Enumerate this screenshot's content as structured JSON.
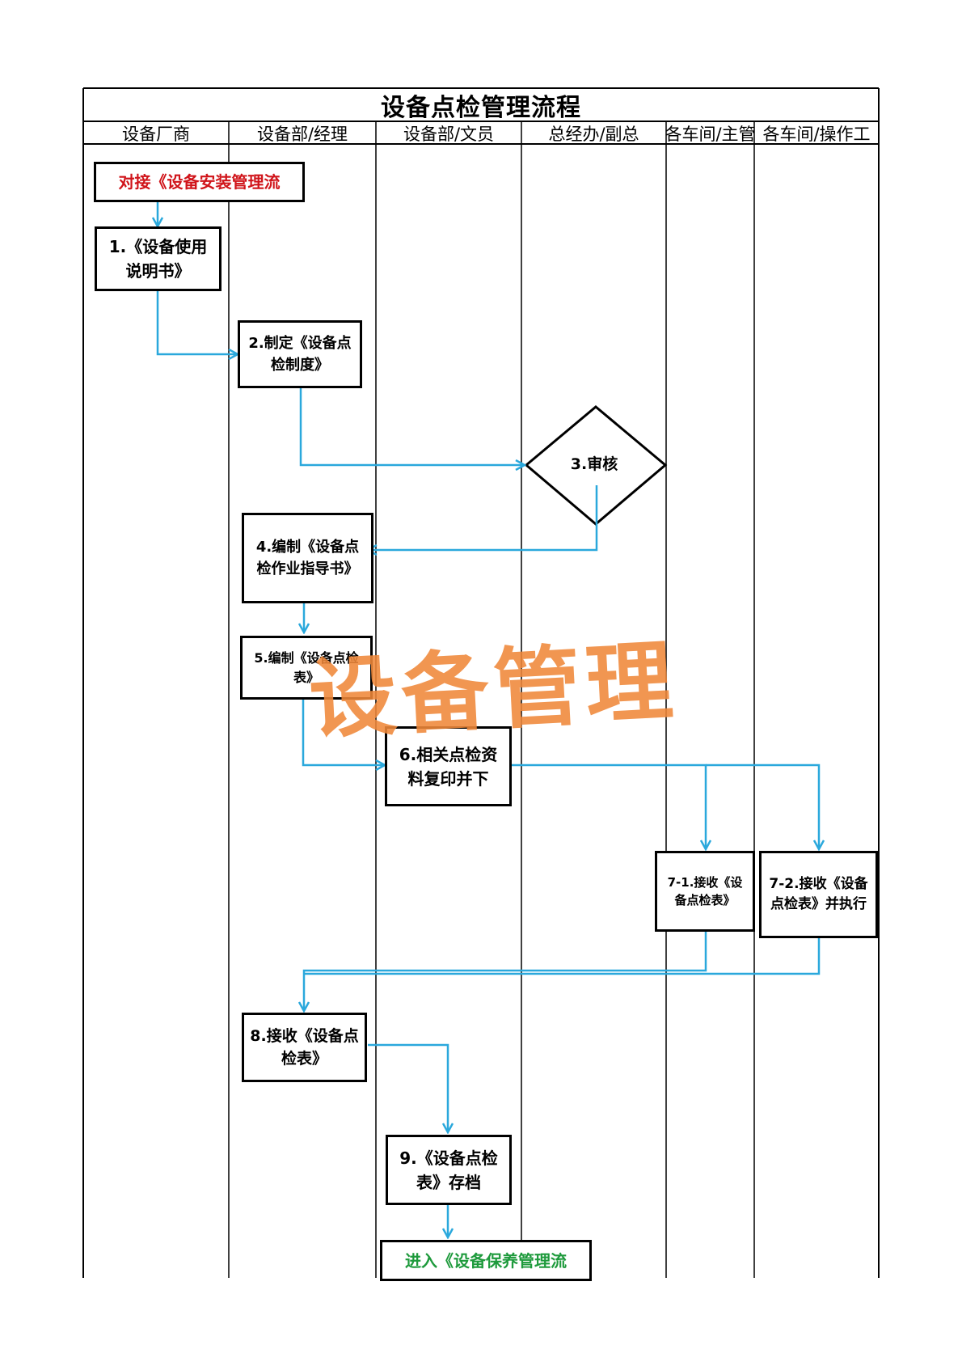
{
  "title": "设备点检管理流程",
  "lanes": [
    "设备厂商",
    "设备部/经理",
    "设备部/文员",
    "总经办/副总",
    "各车间/主管",
    "各车间/操作工"
  ],
  "nodes": {
    "start": "对接《设备安装管理流",
    "step1": "1.《设备使用说明书》",
    "step2": "2.制定《设备点检制度》",
    "step3": "3.审核",
    "step4": "4.编制《设备点检作业指导书》",
    "step5": "5.编制《设备点检表》",
    "step6": "6.相关点检资料复印并下",
    "step7_1": "7-1.接收《设备点检表》",
    "step7_2": "7-2.接收《设备点检表》并执行",
    "step8": "8.接收《设备点检表》",
    "step9": "9.《设备点检表》存档",
    "end": "进入《设备保养管理流"
  },
  "watermark": "设备管理",
  "colors": {
    "arrow": "#2aa8dc",
    "start_text": "#d0141a",
    "end_text": "#1e9a3c",
    "watermark": "#f0883a",
    "line": "#000000"
  }
}
